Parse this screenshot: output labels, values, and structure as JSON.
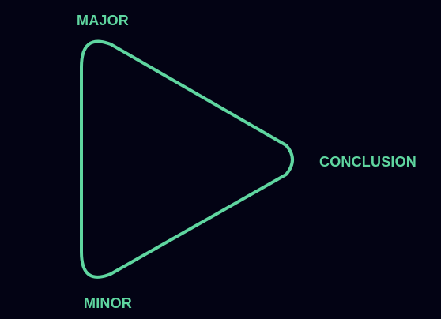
{
  "colors": {
    "background": "#030314",
    "accent": "#5fd6a0"
  },
  "labels": {
    "major": "MAJOR",
    "conclusion": "CONCLUSION",
    "minor": "MINOR"
  }
}
